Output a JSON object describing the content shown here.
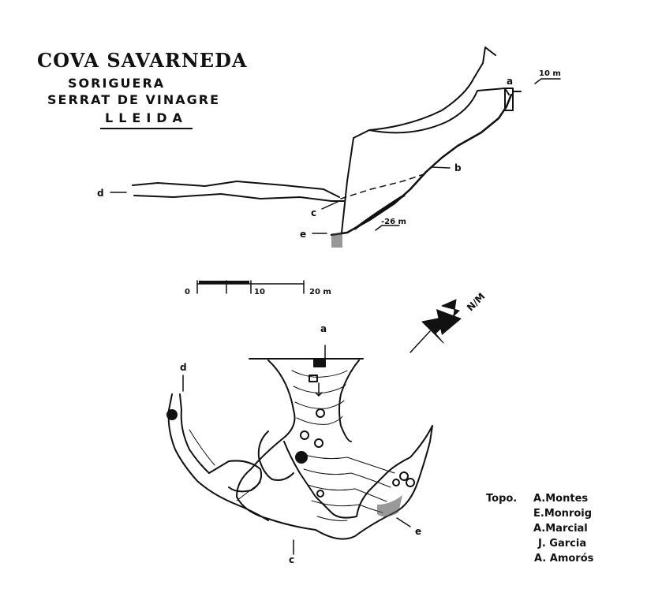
{
  "title": {
    "main": "COVA SAVARNEDA",
    "line1": "SORIGUERA",
    "line2": "SERRAT DE VINAGRE",
    "line3": "LLEIDA"
  },
  "section_labels": {
    "a": "a",
    "b": "b",
    "c": "c",
    "d": "d",
    "e": "e",
    "depth_a": "10 m",
    "depth_e": "-26 m"
  },
  "plan_labels": {
    "a": "a",
    "c": "c",
    "d": "d",
    "e": "e"
  },
  "scale": {
    "start": "0",
    "mid": "10",
    "end": "20 m"
  },
  "north": {
    "label": "N/M"
  },
  "credits": {
    "prefix": "Topo.",
    "names": [
      "A.Montes",
      "E.Monroig",
      "A.Marcial",
      "J. Garcia",
      "A. Amorós"
    ]
  }
}
